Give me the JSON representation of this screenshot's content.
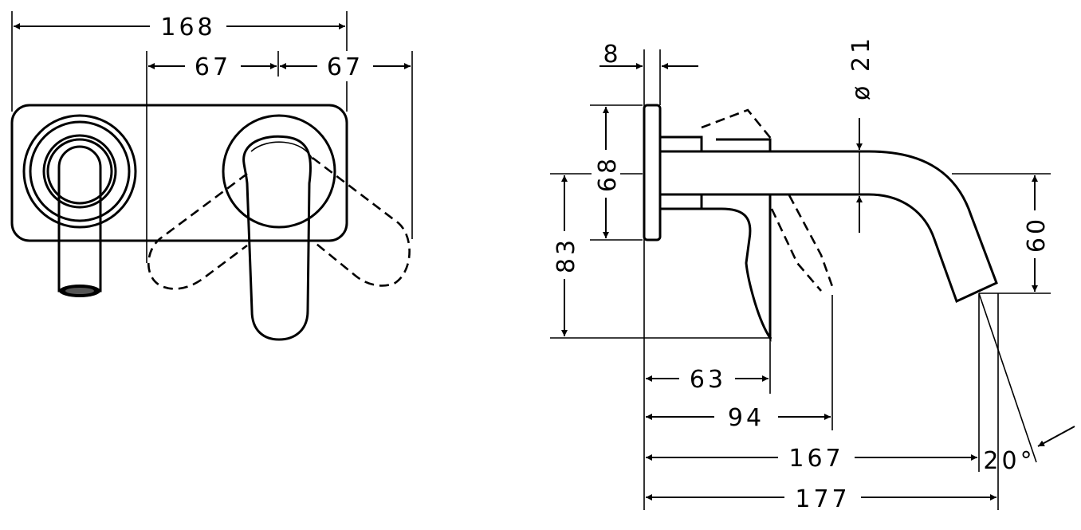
{
  "front_view": {
    "width_total": "168",
    "spacing_left": "67",
    "spacing_right": "67"
  },
  "side_view": {
    "plate_thickness": "8",
    "pipe_diameter": "ø 21",
    "plate_height": "68",
    "lever_height": "83",
    "spout_drop": "60",
    "lever_depth": "63",
    "lever_open_depth": "94",
    "spout_reach": "167",
    "spout_reach_max": "177",
    "spout_angle": "20°"
  }
}
